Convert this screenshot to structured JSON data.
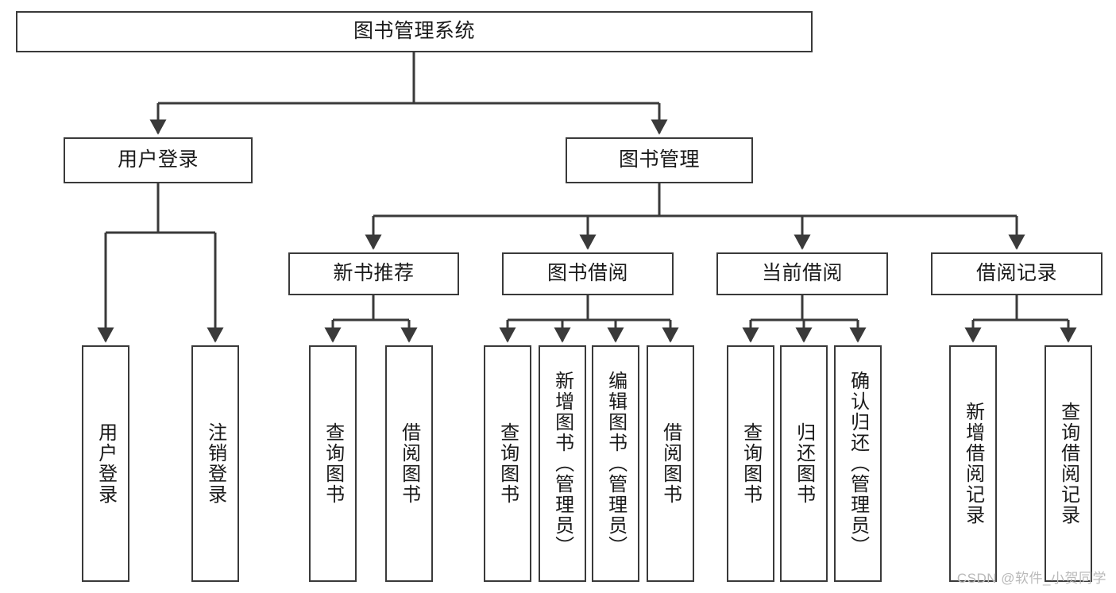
{
  "diagram": {
    "type": "tree-hierarchy-chart",
    "title": "图书管理系统",
    "colors": {
      "box_border": "#3a3a3a",
      "box_fill": "#ffffff",
      "connector": "#3a3a3a",
      "text": "#1a1a1a",
      "watermark": "#b9b9b9"
    },
    "root": {
      "id": "root",
      "label": "图书管理系统"
    },
    "level2": [
      {
        "id": "user-login",
        "label": "用户登录"
      },
      {
        "id": "book-manage",
        "label": "图书管理"
      }
    ],
    "level3": [
      {
        "id": "new-book-rec",
        "label": "新书推荐"
      },
      {
        "id": "book-borrow",
        "label": "图书借阅"
      },
      {
        "id": "current-borrow",
        "label": "当前借阅"
      },
      {
        "id": "borrow-record",
        "label": "借阅记录"
      }
    ],
    "leaves": {
      "user-login": [
        {
          "id": "leaf-user-login",
          "label": "用户登录"
        },
        {
          "id": "leaf-user-logout",
          "label": "注销登录"
        }
      ],
      "new-book-rec": [
        {
          "id": "leaf-query-book-1",
          "label": "查询图书"
        },
        {
          "id": "leaf-borrow-book-1",
          "label": "借阅图书"
        }
      ],
      "book-borrow": [
        {
          "id": "leaf-query-book-2",
          "label": "查询图书"
        },
        {
          "id": "leaf-add-book",
          "label": "新增图书（管理员）"
        },
        {
          "id": "leaf-edit-book",
          "label": "编辑图书（管理员）"
        },
        {
          "id": "leaf-borrow-book-2",
          "label": "借阅图书"
        }
      ],
      "current-borrow": [
        {
          "id": "leaf-query-book-3",
          "label": "查询图书"
        },
        {
          "id": "leaf-return-book",
          "label": "归还图书"
        },
        {
          "id": "leaf-confirm-return",
          "label": "确认归还（管理员）"
        }
      ],
      "borrow-record": [
        {
          "id": "leaf-add-record",
          "label": "新增借阅记录"
        },
        {
          "id": "leaf-query-record",
          "label": "查询借阅记录"
        }
      ]
    }
  },
  "watermark": {
    "text": "CSDN @软件_小贺同学"
  }
}
